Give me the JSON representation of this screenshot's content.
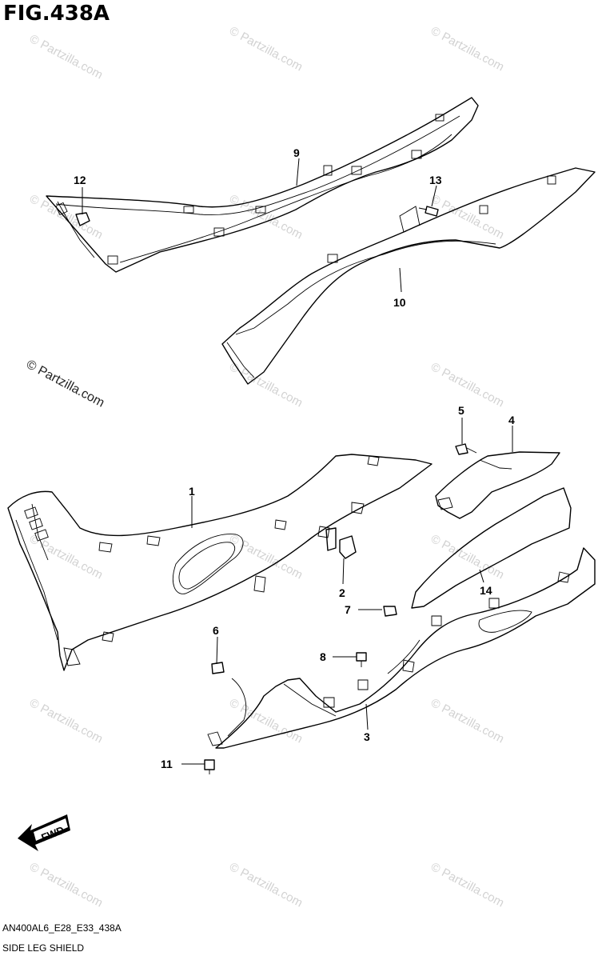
{
  "figure": {
    "title": "FIG.438A",
    "model_code": "AN400AL6_E28_E33_438A",
    "diagram_name": "SIDE LEG SHIELD"
  },
  "watermark": {
    "text": "© Partzilla.com"
  },
  "fwd_arrow": {
    "label": "FWD"
  },
  "callouts": [
    {
      "id": "1",
      "label": "1"
    },
    {
      "id": "2",
      "label": "2"
    },
    {
      "id": "3",
      "label": "3"
    },
    {
      "id": "4",
      "label": "4"
    },
    {
      "id": "5",
      "label": "5"
    },
    {
      "id": "6",
      "label": "6"
    },
    {
      "id": "7",
      "label": "7"
    },
    {
      "id": "8",
      "label": "8"
    },
    {
      "id": "9",
      "label": "9"
    },
    {
      "id": "10",
      "label": "10"
    },
    {
      "id": "11",
      "label": "11"
    },
    {
      "id": "12",
      "label": "12"
    },
    {
      "id": "13",
      "label": "13"
    },
    {
      "id": "14",
      "label": "14"
    }
  ]
}
